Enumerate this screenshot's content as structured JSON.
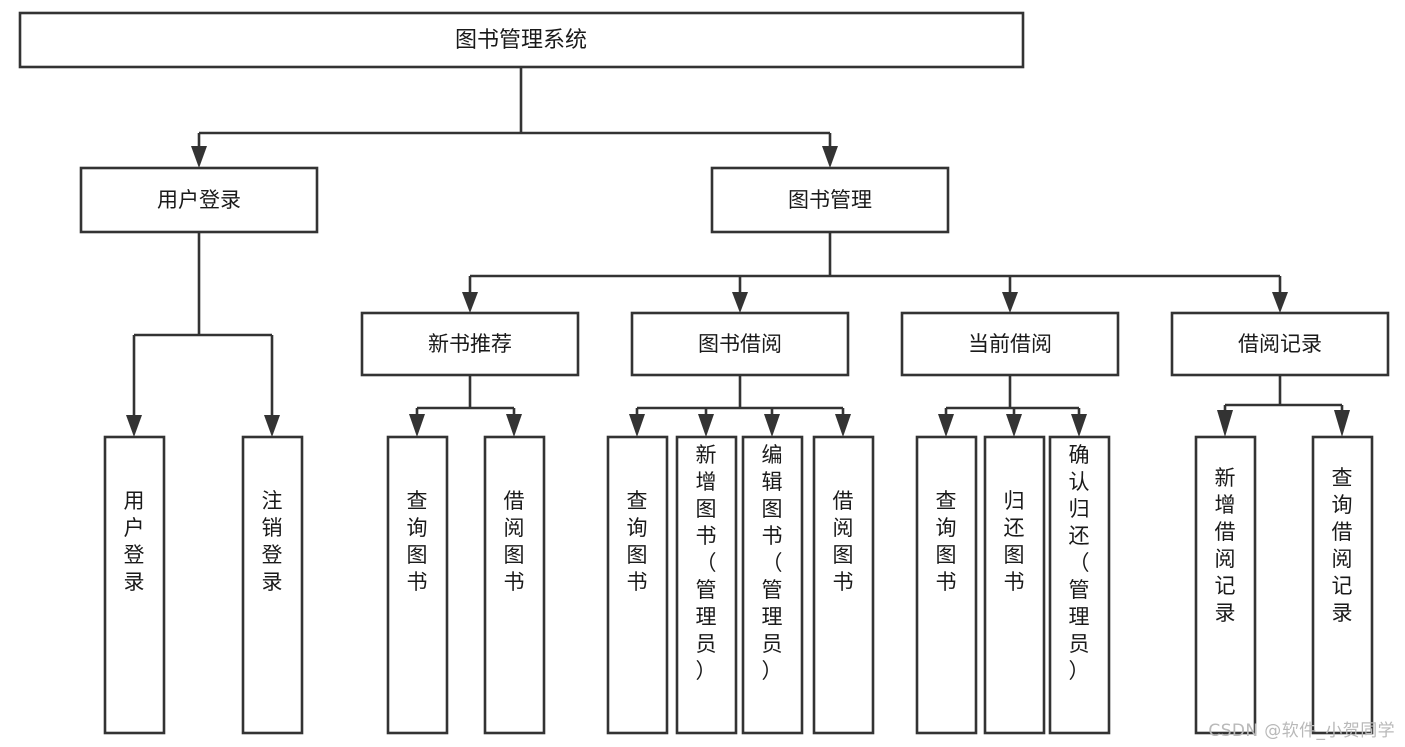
{
  "diagram": {
    "type": "tree-hierarchy",
    "orientation": "top-down",
    "root": {
      "label": "图书管理系统",
      "name": "root-node"
    },
    "level2": [
      {
        "label": "用户登录",
        "name": "node-user-login"
      },
      {
        "label": "图书管理",
        "name": "node-book-management"
      }
    ],
    "level3": [
      {
        "label": "新书推荐",
        "name": "node-new-book-recommend"
      },
      {
        "label": "图书借阅",
        "name": "node-book-borrow"
      },
      {
        "label": "当前借阅",
        "name": "node-current-borrow"
      },
      {
        "label": "借阅记录",
        "name": "node-borrow-record"
      }
    ],
    "leaves": {
      "user_login": [
        {
          "label": "用户登录",
          "name": "leaf-user-login"
        },
        {
          "label": "注销登录",
          "name": "leaf-logout"
        }
      ],
      "new_book_recommend": [
        {
          "label": "查询图书",
          "name": "leaf-query-book-1"
        },
        {
          "label": "借阅图书",
          "name": "leaf-borrow-book-1"
        }
      ],
      "book_borrow": [
        {
          "label": "查询图书",
          "name": "leaf-query-book-2"
        },
        {
          "label": "新增图书（管理员）",
          "name": "leaf-add-book-admin"
        },
        {
          "label": "编辑图书（管理员）",
          "name": "leaf-edit-book-admin"
        },
        {
          "label": "借阅图书",
          "name": "leaf-borrow-book-2"
        }
      ],
      "current_borrow": [
        {
          "label": "查询图书",
          "name": "leaf-query-book-3"
        },
        {
          "label": "归还图书",
          "name": "leaf-return-book"
        },
        {
          "label": "确认归还（管理员）",
          "name": "leaf-confirm-return-admin"
        }
      ],
      "borrow_record": [
        {
          "label": "新增借阅记录",
          "name": "leaf-add-borrow-record"
        },
        {
          "label": "查询借阅记录",
          "name": "leaf-query-borrow-record"
        }
      ]
    }
  },
  "watermark": {
    "text": "CSDN @软件_小贺同学"
  },
  "colors": {
    "background": "#ffffff",
    "stroke": "#333333",
    "text": "#1a1a1a",
    "watermark": "#b9b9b9"
  }
}
